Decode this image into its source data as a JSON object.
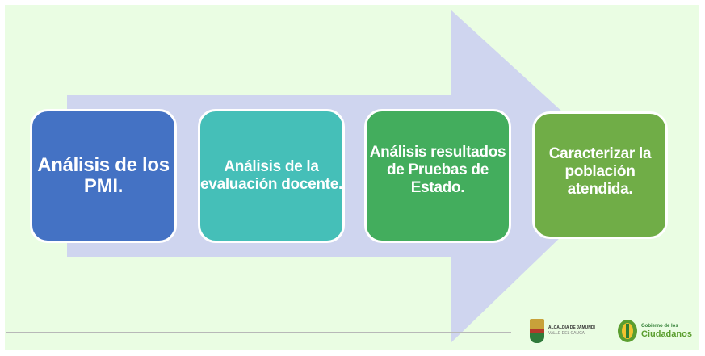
{
  "steps": [
    {
      "label": "Análisis de los PMI.",
      "color": "#4472c4"
    },
    {
      "label": "Análisis de la evaluación docente.",
      "color": "#45bfb8"
    },
    {
      "label": "Análisis resultados de Pruebas de Estado.",
      "color": "#43ad5d"
    },
    {
      "label": "Caracterizar la población atendida.",
      "color": "#70ad47"
    }
  ],
  "arrow_color": "#cfd5ef",
  "background_color": "#eafde3",
  "logos": {
    "alcaldia": {
      "name": "ALCALDÍA DE JAMUNDÍ",
      "sub": "VALLE DEL CAUCA"
    },
    "gobierno": {
      "line1": "Gobierno de los",
      "line2": "Ciudadanos"
    }
  }
}
